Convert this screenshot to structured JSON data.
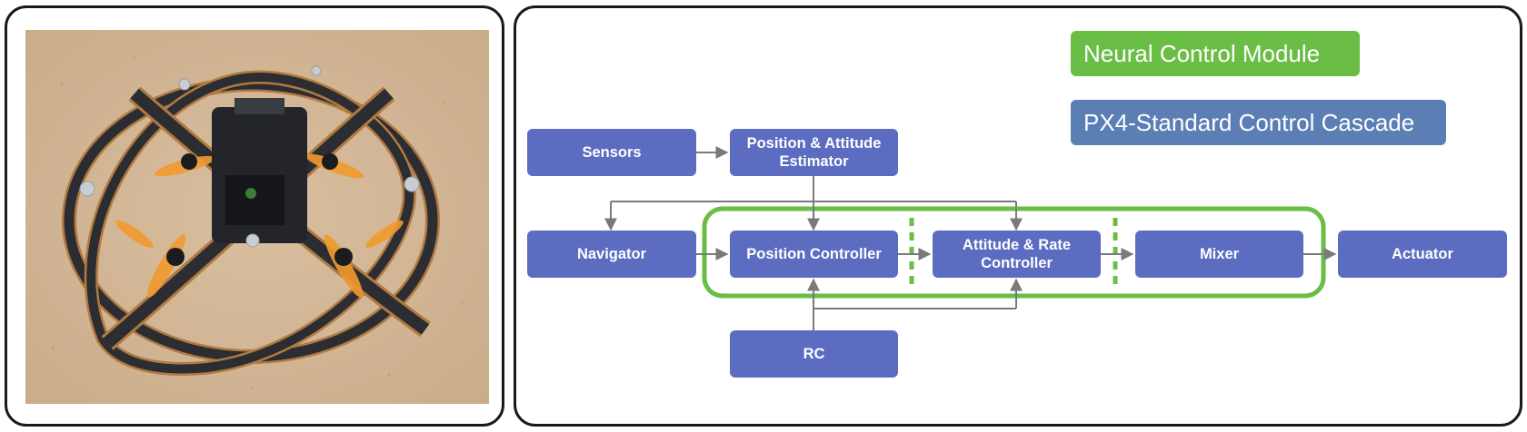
{
  "legend": {
    "neural_label": "Neural Control Module",
    "neural_color": "#6abd45",
    "px4_label": "PX4-Standard Control Cascade",
    "px4_color": "#5b7fb5"
  },
  "nodes": {
    "sensors": "Sensors",
    "estimator_line1": "Position & Attitude",
    "estimator_line2": "Estimator",
    "navigator": "Navigator",
    "position_controller": "Position Controller",
    "attitude_line1": "Attitude & Rate",
    "attitude_line2": "Controller",
    "mixer": "Mixer",
    "actuator": "Actuator",
    "rc": "RC"
  },
  "colors": {
    "block": "#5b6cc1",
    "wire": "#7a7a7a",
    "neural_outline": "#6abd45"
  },
  "photo": {
    "subject": "quadrotor-drone-with-carbon-fiber-protective-cage"
  }
}
